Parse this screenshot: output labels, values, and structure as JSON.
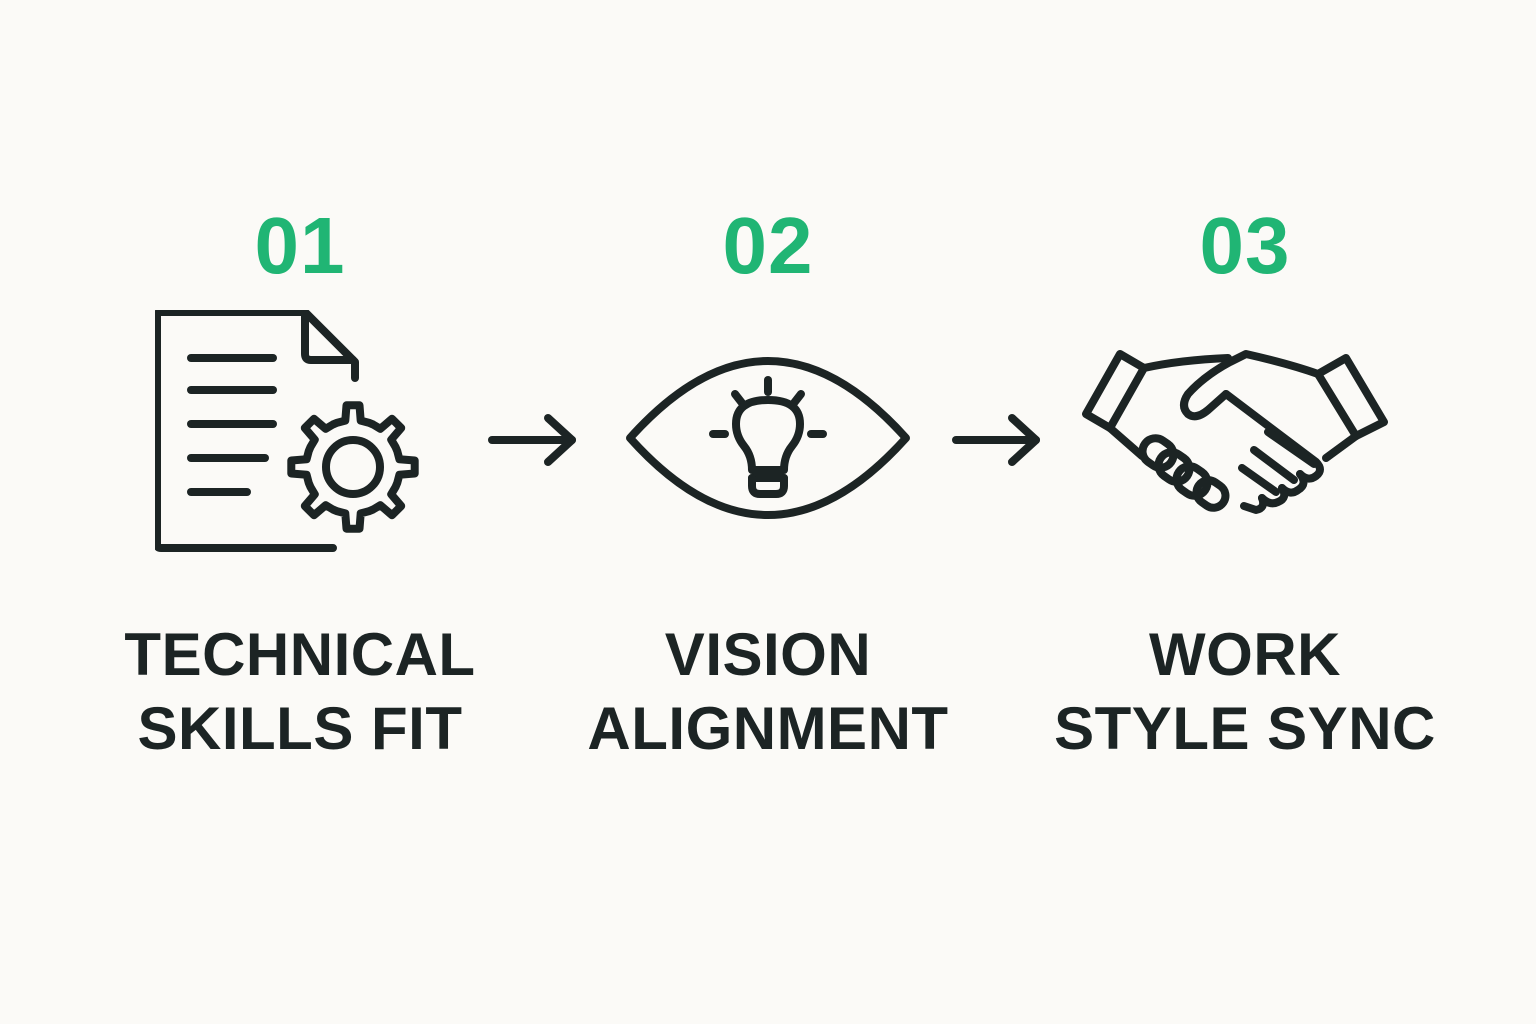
{
  "colors": {
    "accent": "#20b574",
    "ink": "#1c2424",
    "background": "#fbfaf7"
  },
  "steps": [
    {
      "number": "01",
      "icon": "document-gear-icon",
      "label_lines": [
        "TECHNICAL",
        "SKILLS FIT"
      ]
    },
    {
      "number": "02",
      "icon": "eye-lightbulb-icon",
      "label_lines": [
        "VISION",
        "ALIGNMENT"
      ]
    },
    {
      "number": "03",
      "icon": "handshake-icon",
      "label_lines": [
        "WORK",
        "STYLE SYNC"
      ]
    }
  ],
  "connectors": [
    {
      "icon": "arrow-right-icon"
    },
    {
      "icon": "arrow-right-icon"
    }
  ]
}
